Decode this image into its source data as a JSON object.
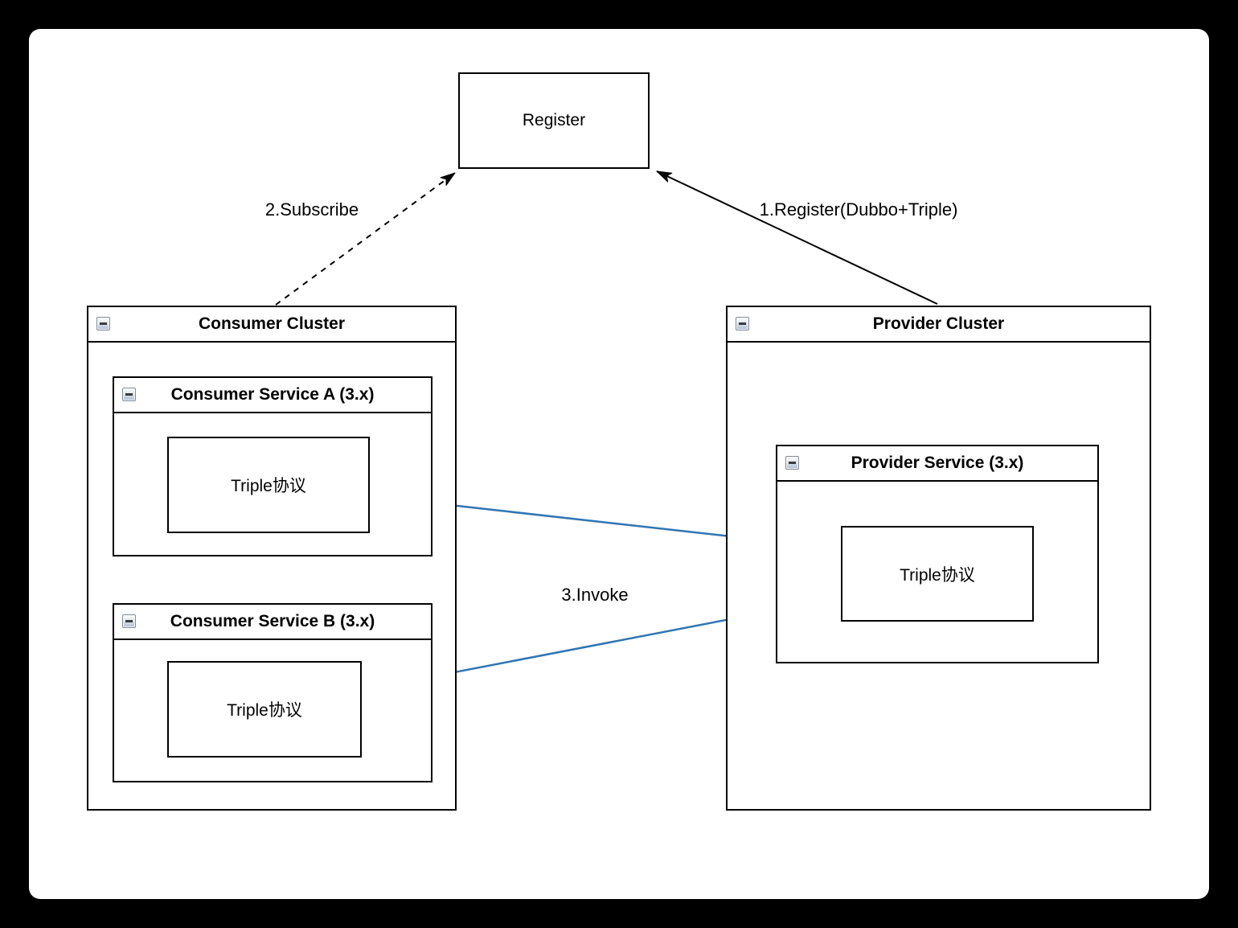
{
  "page": {
    "background": "#000000",
    "canvas_color": "#ffffff"
  },
  "colors": {
    "shape_stroke": "#000000",
    "invoke_arrow": "#2e75b6"
  },
  "icons": {
    "collapse": "minus-in-square"
  },
  "nodes": {
    "register": {
      "label": "Register"
    },
    "consumer_cluster": {
      "title": "Consumer Cluster"
    },
    "consumer_service_a": {
      "title": "Consumer Service A (3.x)",
      "protocol": "Triple协议"
    },
    "consumer_service_b": {
      "title": "Consumer Service B (3.x)",
      "protocol": "Triple协议"
    },
    "provider_cluster": {
      "title": "Provider Cluster"
    },
    "provider_service": {
      "title": "Provider Service (3.x)",
      "protocol": "Triple协议"
    }
  },
  "edges": {
    "register_edge": {
      "label": "1.Register(Dubbo+Triple)",
      "style": "solid",
      "color": "#000000"
    },
    "subscribe_edge": {
      "label": "2.Subscribe",
      "style": "dashed",
      "color": "#000000"
    },
    "invoke_edge": {
      "label": "3.Invoke",
      "style": "solid",
      "color": "#2e75b6"
    }
  }
}
